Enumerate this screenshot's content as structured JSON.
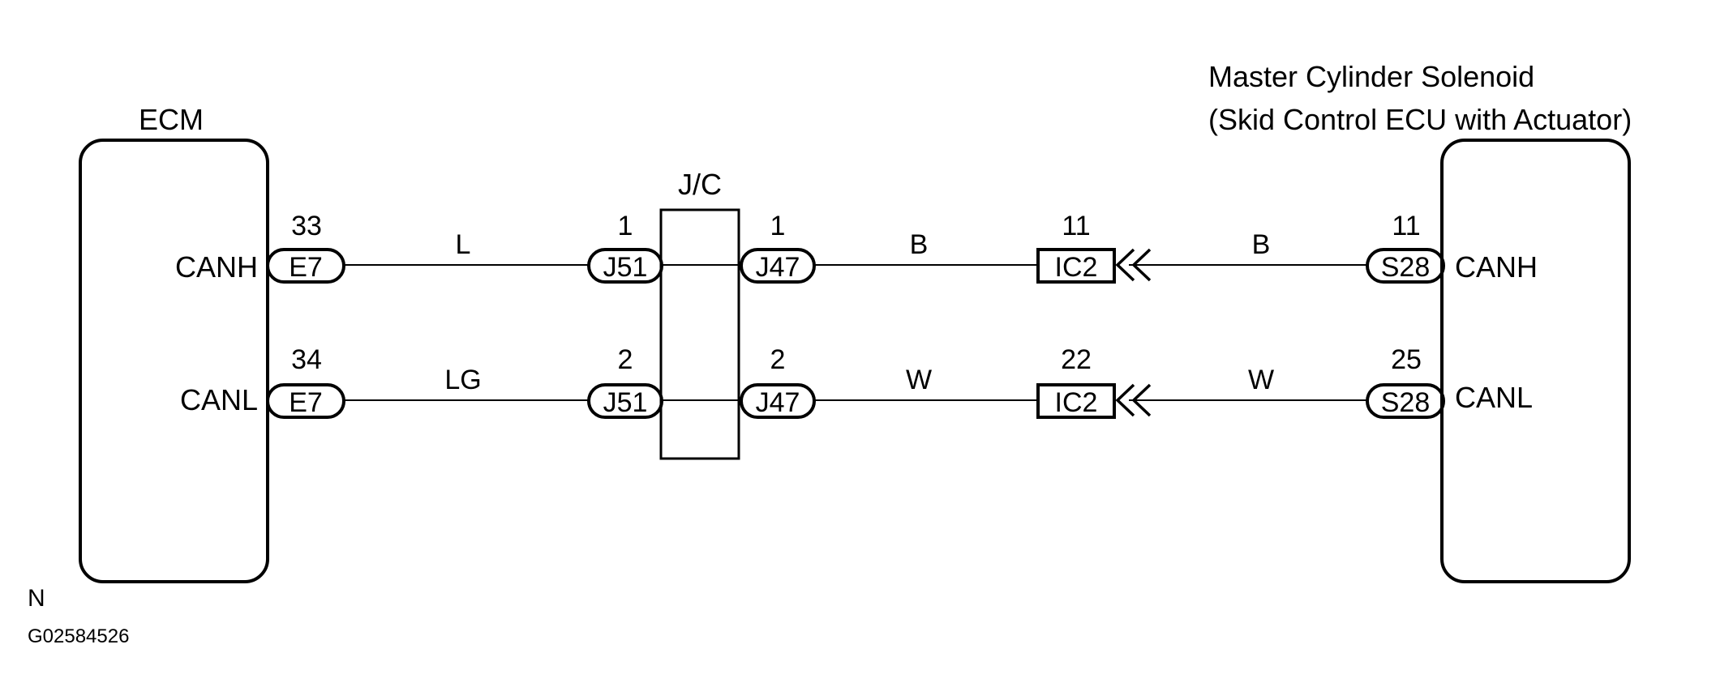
{
  "colors": {
    "line": "#000000",
    "background": "#ffffff"
  },
  "ecm": {
    "title": "ECM",
    "pin_canh": "CANH",
    "pin_canl": "CANL"
  },
  "jc": {
    "title": "J/C"
  },
  "solenoid": {
    "title_line1": "Master Cylinder Solenoid",
    "title_line2": "(Skid Control ECU with Actuator)",
    "pin_canh": "CANH",
    "pin_canl": "CANL"
  },
  "canh_row": {
    "ecm_pin_number": "33",
    "ecm_connector": "E7",
    "wire1_color": "L",
    "j51_pin": "1",
    "j51_connector": "J51",
    "j47_pin": "1",
    "j47_connector": "J47",
    "wire2_color": "B",
    "ic2_pin": "11",
    "ic2_connector": "IC2",
    "wire3_color": "B",
    "s28_pin": "11",
    "s28_connector": "S28"
  },
  "canl_row": {
    "ecm_pin_number": "34",
    "ecm_connector": "E7",
    "wire1_color": "LG",
    "j51_pin": "2",
    "j51_connector": "J51",
    "j47_pin": "2",
    "j47_connector": "J47",
    "wire2_color": "W",
    "ic2_pin": "22",
    "ic2_connector": "IC2",
    "wire3_color": "W",
    "s28_pin": "25",
    "s28_connector": "S28"
  },
  "footer": {
    "note_letter": "N",
    "figure_id": "G02584526"
  }
}
